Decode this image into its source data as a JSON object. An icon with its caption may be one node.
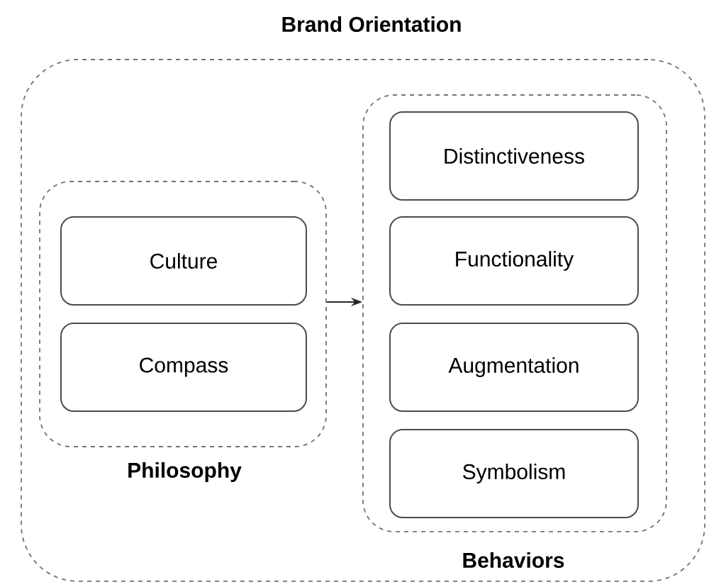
{
  "diagram": {
    "nodes": [
      {
        "text": [
          "Brand Orientation"
        ]
      },
      {
        "text": [
          "Philosophy"
        ],
        "in": 0
      },
      {
        "text": [
          "Culture"
        ],
        "in": 1
      },
      {
        "text": [
          "Compass"
        ],
        "in": 1
      },
      {
        "text": [
          "Behaviors"
        ],
        "in": 0
      },
      {
        "text": [
          "Distinctiveness"
        ],
        "in": 4
      },
      {
        "text": [
          "Functionality"
        ],
        "in": 4
      },
      {
        "text": [
          "Augmentation"
        ],
        "in": 4
      },
      {
        "text": [
          "Symbolism"
        ],
        "in": 4
      }
    ],
    "edges": [
      {
        "from": 1,
        "to": 4,
        "arrow": "to"
      }
    ]
  }
}
